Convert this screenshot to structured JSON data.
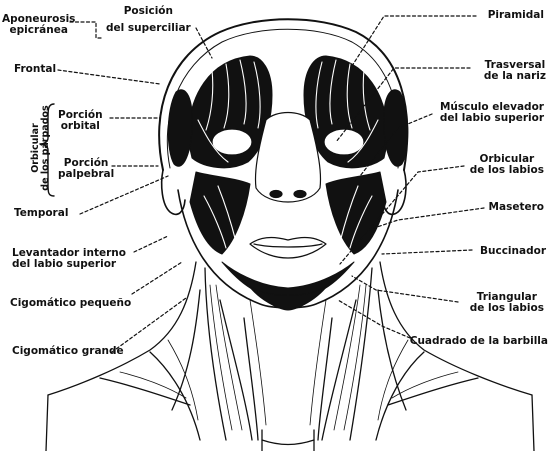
{
  "labels": {
    "aponeurosis_1": "Aponeurosis",
    "aponeurosis_2": "epicránea",
    "posicion_1": "Posición",
    "posicion_2": "del superciliar",
    "frontal": "Frontal",
    "orbicular_group_1": "Orbicular",
    "orbicular_group_2": "de los párpados",
    "porcion_orbital_1": "Porción",
    "porcion_orbital_2": "orbital",
    "porcion_palpebral_1": "Porción",
    "porcion_palpebral_2": "palpebral",
    "temporal": "Temporal",
    "levantador_1": "Levantador interno",
    "levantador_2": "del labio superior",
    "cigomatico_pequeno": "Cigomático pequeño",
    "cigomatico_grande": "Cigomático grande",
    "piramidal": "Piramidal",
    "trasversal_1": "Trasversal",
    "trasversal_2": "de la nariz",
    "musculo_elevador_1": "Músculo elevador",
    "musculo_elevador_2": "del labio superior",
    "orbicular_labios_1": "Orbicular",
    "orbicular_labios_2": "de los labios",
    "masetero": "Masetero",
    "buccinador": "Buccinador",
    "triangular_1": "Triangular",
    "triangular_2": "de los labios",
    "cuadrado": "Cuadrado de la barbilla"
  },
  "colors": {
    "ink": "#111111",
    "paper": "#ffffff"
  }
}
